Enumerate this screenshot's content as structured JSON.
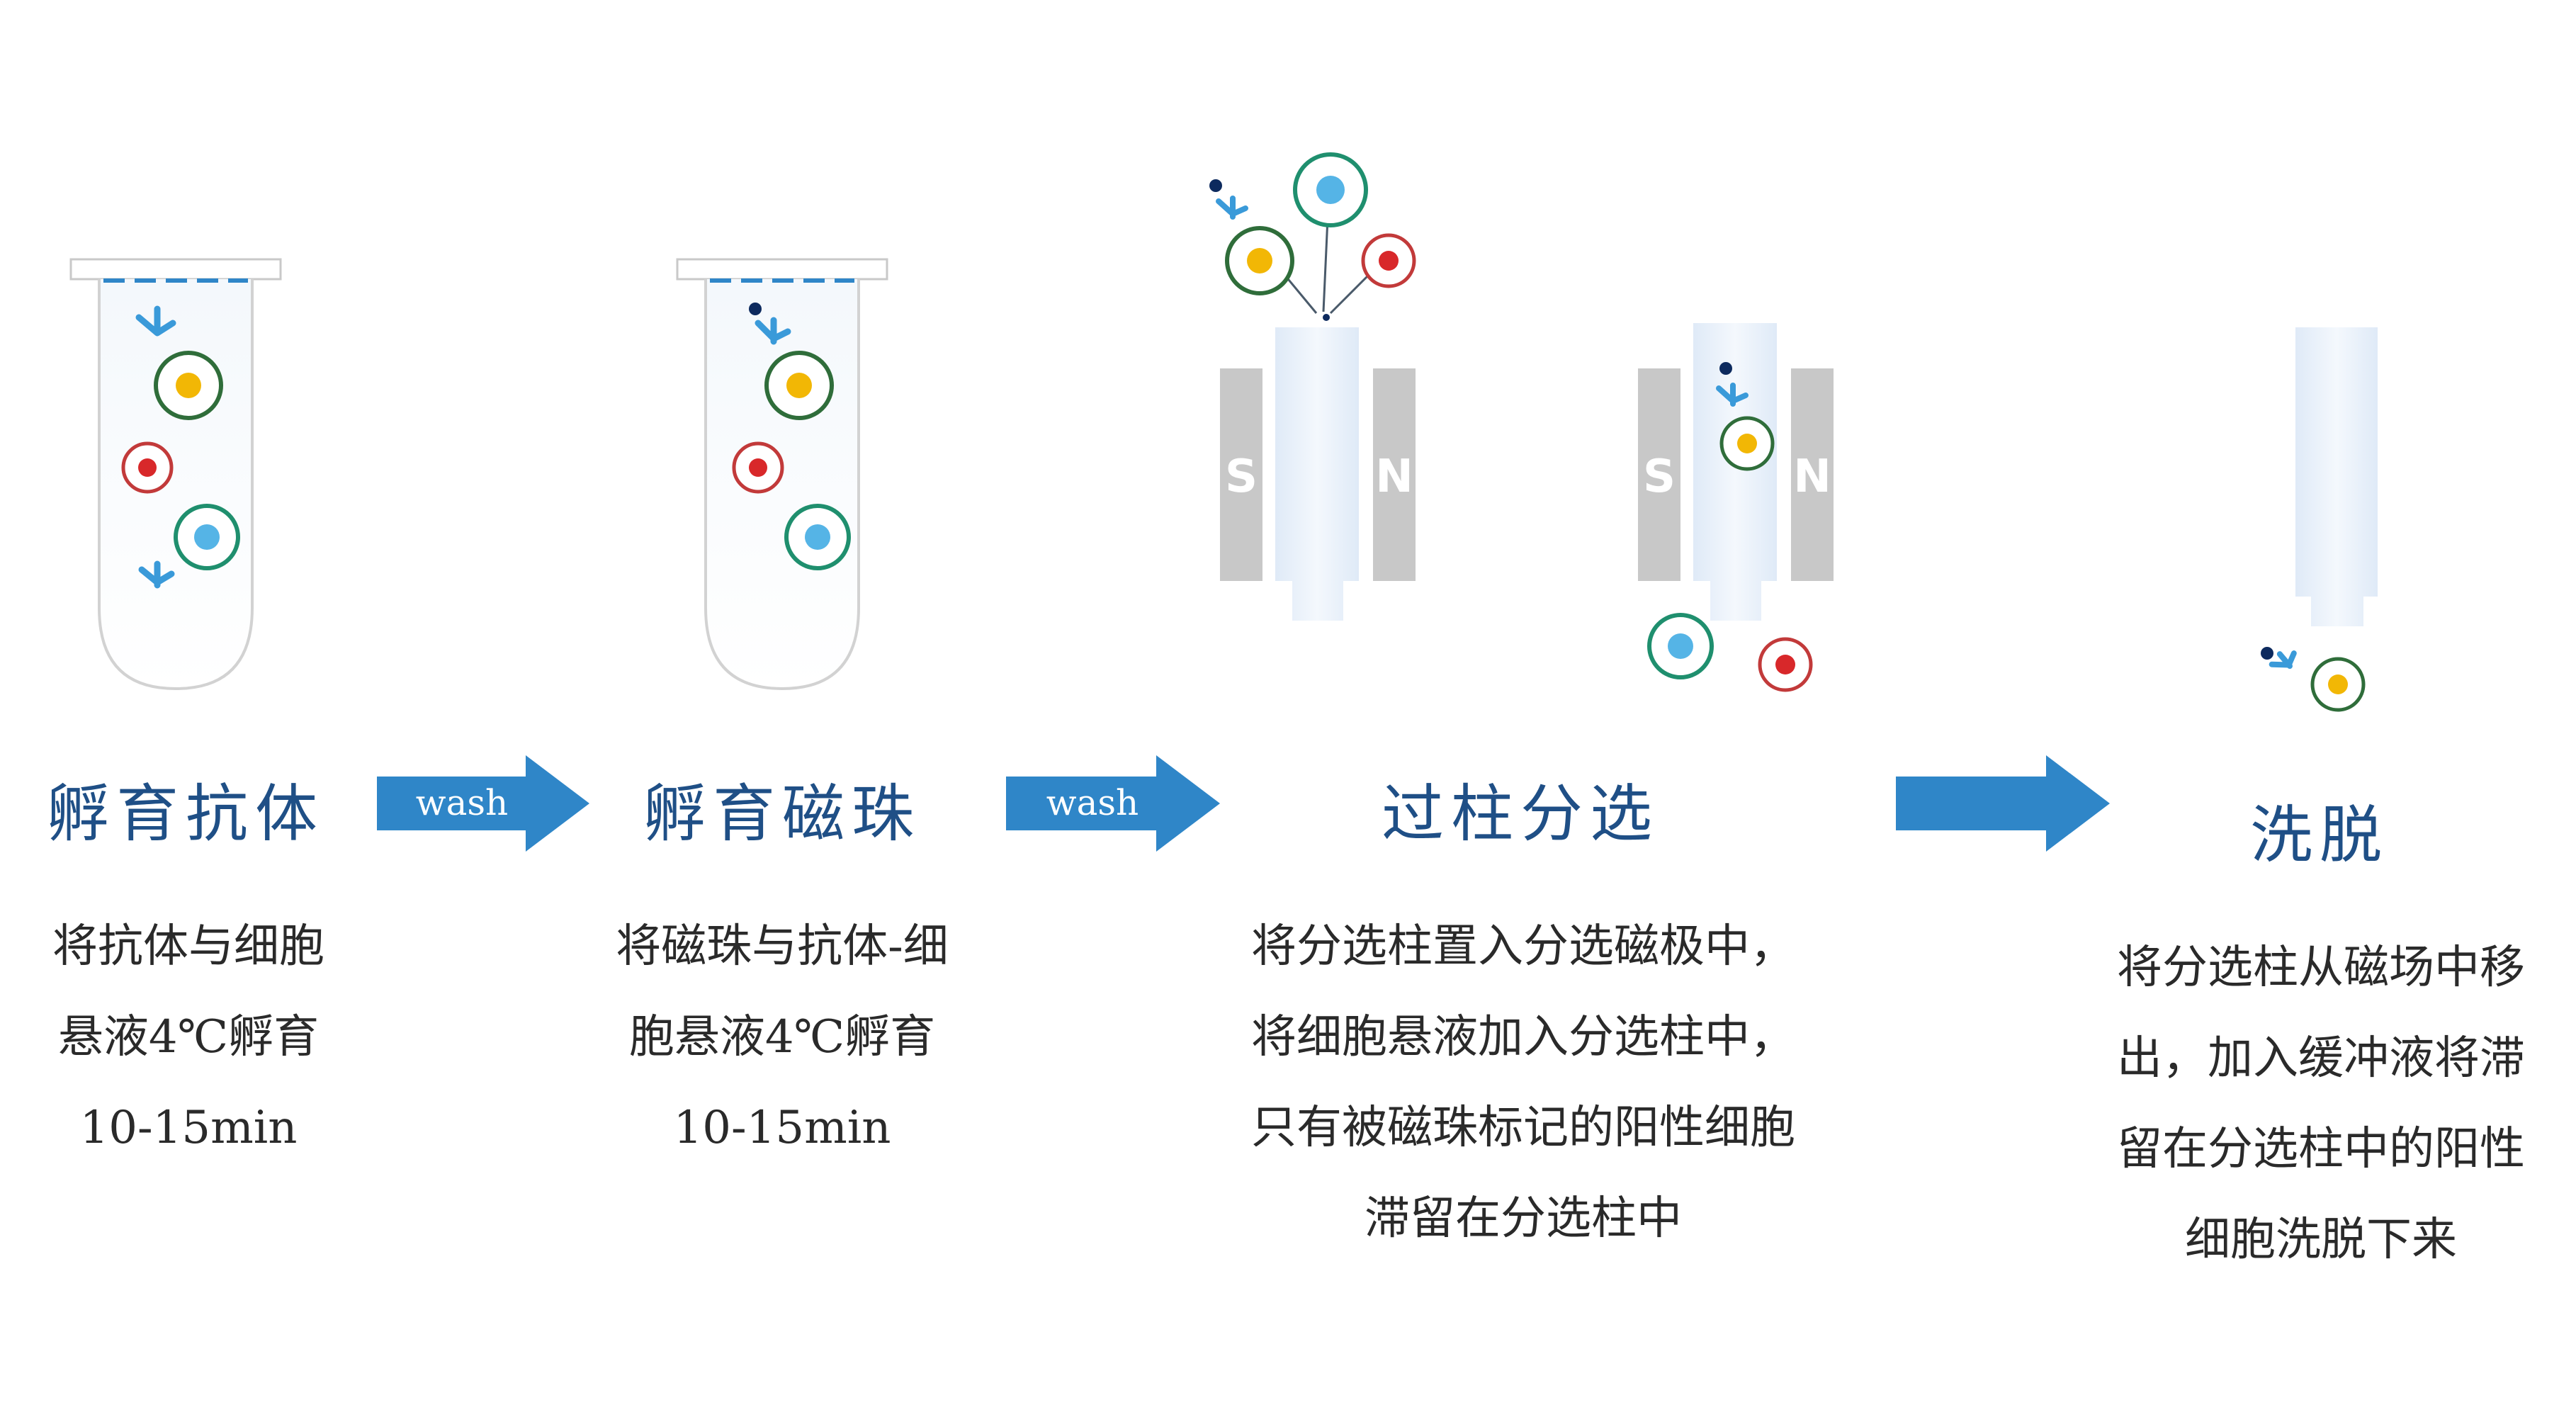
{
  "steps": [
    {
      "title": "孵育抗体",
      "lines": [
        "将抗体与细胞",
        "悬液4℃孵育",
        "10-15min"
      ]
    },
    {
      "title": "孵育磁珠",
      "lines": [
        "将磁珠与抗体-细",
        "胞悬液4℃孵育",
        "10-15min"
      ]
    },
    {
      "title": "过柱分选",
      "lines": [
        "将分选柱置入分选磁极中，",
        "将细胞悬液加入分选柱中，",
        "只有被磁珠标记的阳性细胞",
        "滞留在分选柱中"
      ]
    },
    {
      "title": "洗脱",
      "lines": [
        "将分选柱从磁场中移",
        "出，加入缓冲液将滞",
        "留在分选柱中的阳性",
        "细胞洗脱下来"
      ]
    }
  ],
  "arrows": [
    {
      "label": "wash"
    },
    {
      "label": "wash"
    },
    {
      "label": ""
    }
  ],
  "magnets": [
    {
      "left": "S",
      "right": "N"
    },
    {
      "left": "S",
      "right": "N"
    }
  ],
  "colors": {
    "title_blue": "#1f4f86",
    "arrow_blue": "#2f86c8",
    "cell_yellow": "#f2b705",
    "cell_red": "#d8282a",
    "cell_blue": "#55b4e6",
    "ring_green": "#2f6d3a",
    "ring_teal": "#1f8f6e",
    "ring_red": "#c23a3a",
    "antibody": "#3a9ad9",
    "bead": "#0d2a5e",
    "magnet_gray": "#c8c8c8",
    "column": "#eaf2fb"
  }
}
